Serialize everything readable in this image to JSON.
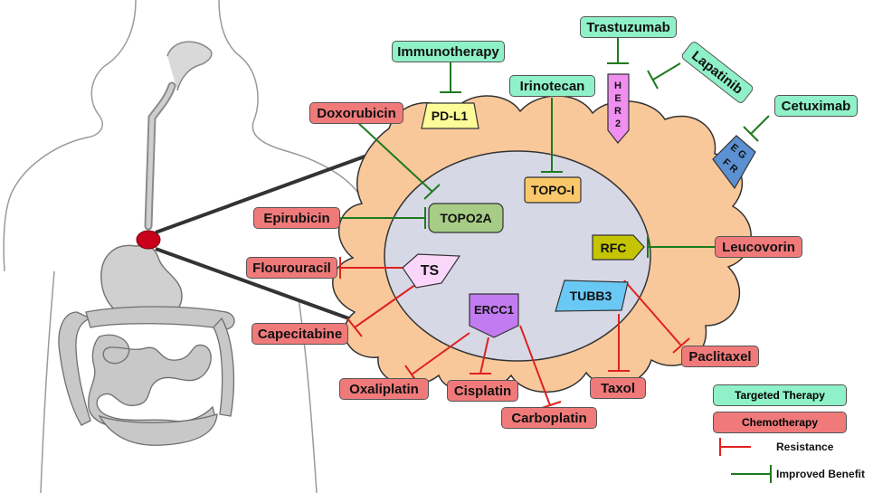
{
  "colors": {
    "chemotherapy": "#f07a7a",
    "targeted": "#8ff1c8",
    "resistance": "#e02020",
    "benefit": "#1e7a1e",
    "tumor": "#f9c89a",
    "cell": "#d6d8e6"
  },
  "targets": {
    "pdl1": "PD-L1",
    "her2": "HER2",
    "egfr": "EGFR",
    "topo1": "TOPO-I",
    "topo2a": "TOPO2A",
    "ts": "TS",
    "rfc": "RFC",
    "tubb3": "TUBB3",
    "ercc1": "ERCC1"
  },
  "drugs": {
    "immunotherapy": "Immunotherapy",
    "trastuzumab": "Trastuzumab",
    "lapatinib": "Lapatinib",
    "cetuximab": "Cetuximab",
    "irinotecan": "Irinotecan",
    "doxorubicin": "Doxorubicin",
    "epirubicin": "Epirubicin",
    "leucovorin": "Leucovorin",
    "flourouracil": "Flourouracil",
    "capecitabine": "Capecitabine",
    "oxaliplatin": "Oxaliplatin",
    "cisplatin": "Cisplatin",
    "carboplatin": "Carboplatin",
    "taxol": "Taxol",
    "paclitaxel": "Paclitaxel"
  },
  "legend": {
    "targeted": "Targeted Therapy",
    "chemotherapy": "Chemotherapy",
    "resistance": "Resistance",
    "benefit": "Improved Benefit"
  }
}
